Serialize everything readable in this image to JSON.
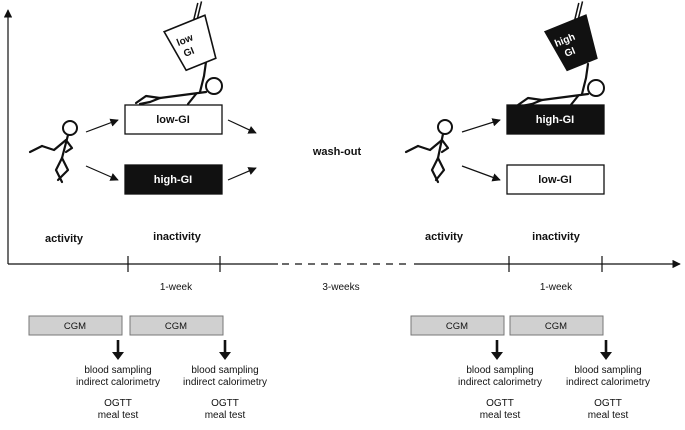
{
  "labels": {
    "wash_out": "wash-out",
    "left_activity": "activity",
    "left_inactivity": "inactivity",
    "right_activity": "activity",
    "right_inactivity": "inactivity",
    "left_week": "1-week",
    "middle_weeks": "3-weeks",
    "right_week": "1-week"
  },
  "boxes": {
    "left_top": "low-GI",
    "left_bottom": "high-GI",
    "right_top": "high-GI",
    "right_bottom": "low-GI"
  },
  "cups": {
    "left_line1": "low",
    "left_line2": "GI",
    "right_line1": "high",
    "right_line2": "GI"
  },
  "cgm": {
    "l1": "CGM",
    "l2": "CGM",
    "r1": "CGM",
    "r2": "CGM"
  },
  "tests": {
    "blood_sampling": "blood sampling",
    "indirect_calorimetry": "indirect calorimetry",
    "ogtt": "OGTT",
    "meal_test": "meal test"
  },
  "colors": {
    "dark_box": "#111111",
    "light_box": "#ffffff",
    "cgm_fill": "#d0d0d0"
  }
}
